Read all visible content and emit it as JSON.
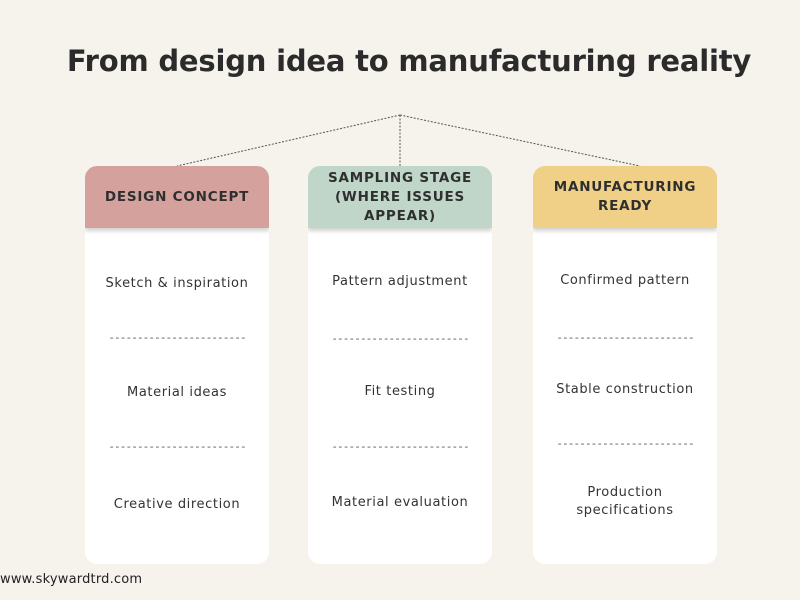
{
  "title": "From design idea to manufacturing reality",
  "colors": {
    "background": "#f6f2ec",
    "design_header": "#d4a19d",
    "sampling_header": "#bfd6c8",
    "manufacturing_header": "#f0cf86",
    "card_body": "#ffffff",
    "connector": "#555555"
  },
  "columns": [
    {
      "header": "DESIGN CONCEPT",
      "items": [
        "Sketch & inspiration",
        "Material ideas",
        "Creative direction"
      ]
    },
    {
      "header": "SAMPLING STAGE (WHERE ISSUES APPEAR)",
      "items": [
        "Pattern adjustment",
        "Fit testing",
        "Material evaluation"
      ]
    },
    {
      "header": "MANUFACTURING READY",
      "items": [
        "Confirmed pattern",
        "Stable construction",
        "Production specifications"
      ]
    }
  ],
  "separator": "------------------------",
  "footer": "www.skywardtrd.com"
}
